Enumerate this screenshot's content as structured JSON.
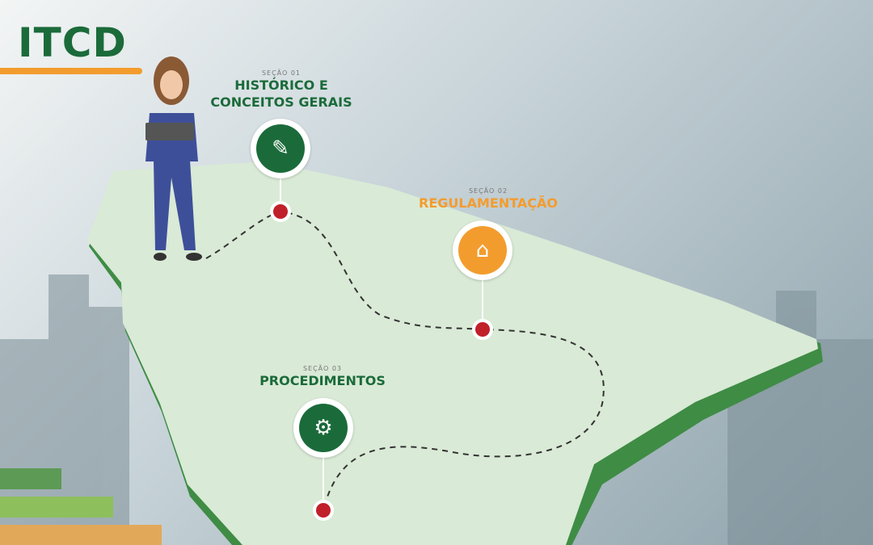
{
  "logo": "ITCD",
  "sections": [
    {
      "number": "SEÇÃO 01",
      "title_lines": [
        "HISTÓRICO E",
        "CONCEITOS GERAIS"
      ],
      "icon": "book-quill-icon"
    },
    {
      "number": "SEÇÃO 02",
      "title_lines": [
        "REGULAMENTAÇÃO"
      ],
      "icon": "document-house-icon"
    },
    {
      "number": "SEÇÃO 03",
      "title_lines": [
        "PROCEDIMENTOS"
      ],
      "icon": "gear-cycle-icon"
    }
  ],
  "colors": {
    "green": "#1b6b3a",
    "orange": "#f39c2e",
    "red": "#c0202a",
    "map": "#d9ead6"
  }
}
